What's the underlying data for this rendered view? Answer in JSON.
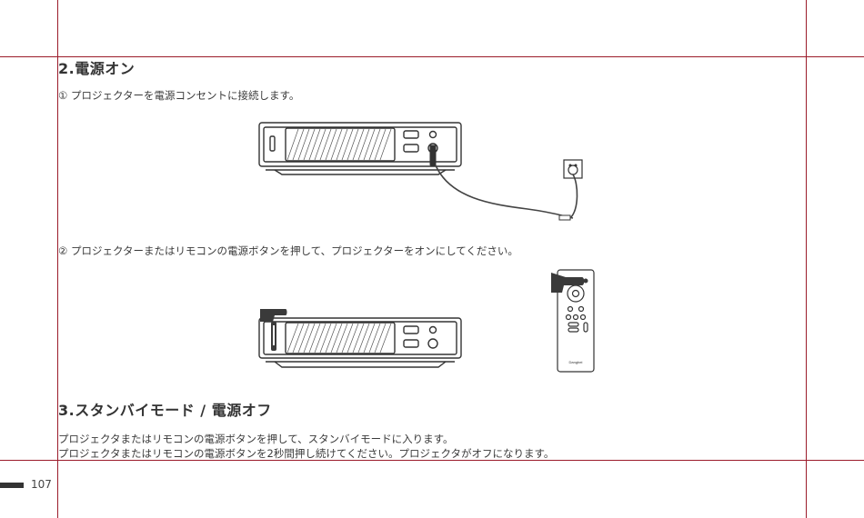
{
  "section_power_on": {
    "title": "2.電源オン",
    "step1": "① プロジェクターを電源コンセントに接続します。",
    "step2": "② プロジェクターまたはリモコンの電源ボタンを押して、プロジェクターをオンにしてください。"
  },
  "section_standby": {
    "title": "3.スタンバイモード / 電源オフ",
    "line1": "プロジェクタまたはリモコンの電源ボタンを押して、スタンバイモードに入ります。",
    "line2": "プロジェクタまたはリモコンの電源ボタンを2秒間押し続けてください。プロジェクタがオフになります。"
  },
  "remote_brand": "Dangbei",
  "page_number": "107",
  "colors": {
    "crop_marks": "#9b1b2a",
    "ink": "#333333"
  }
}
